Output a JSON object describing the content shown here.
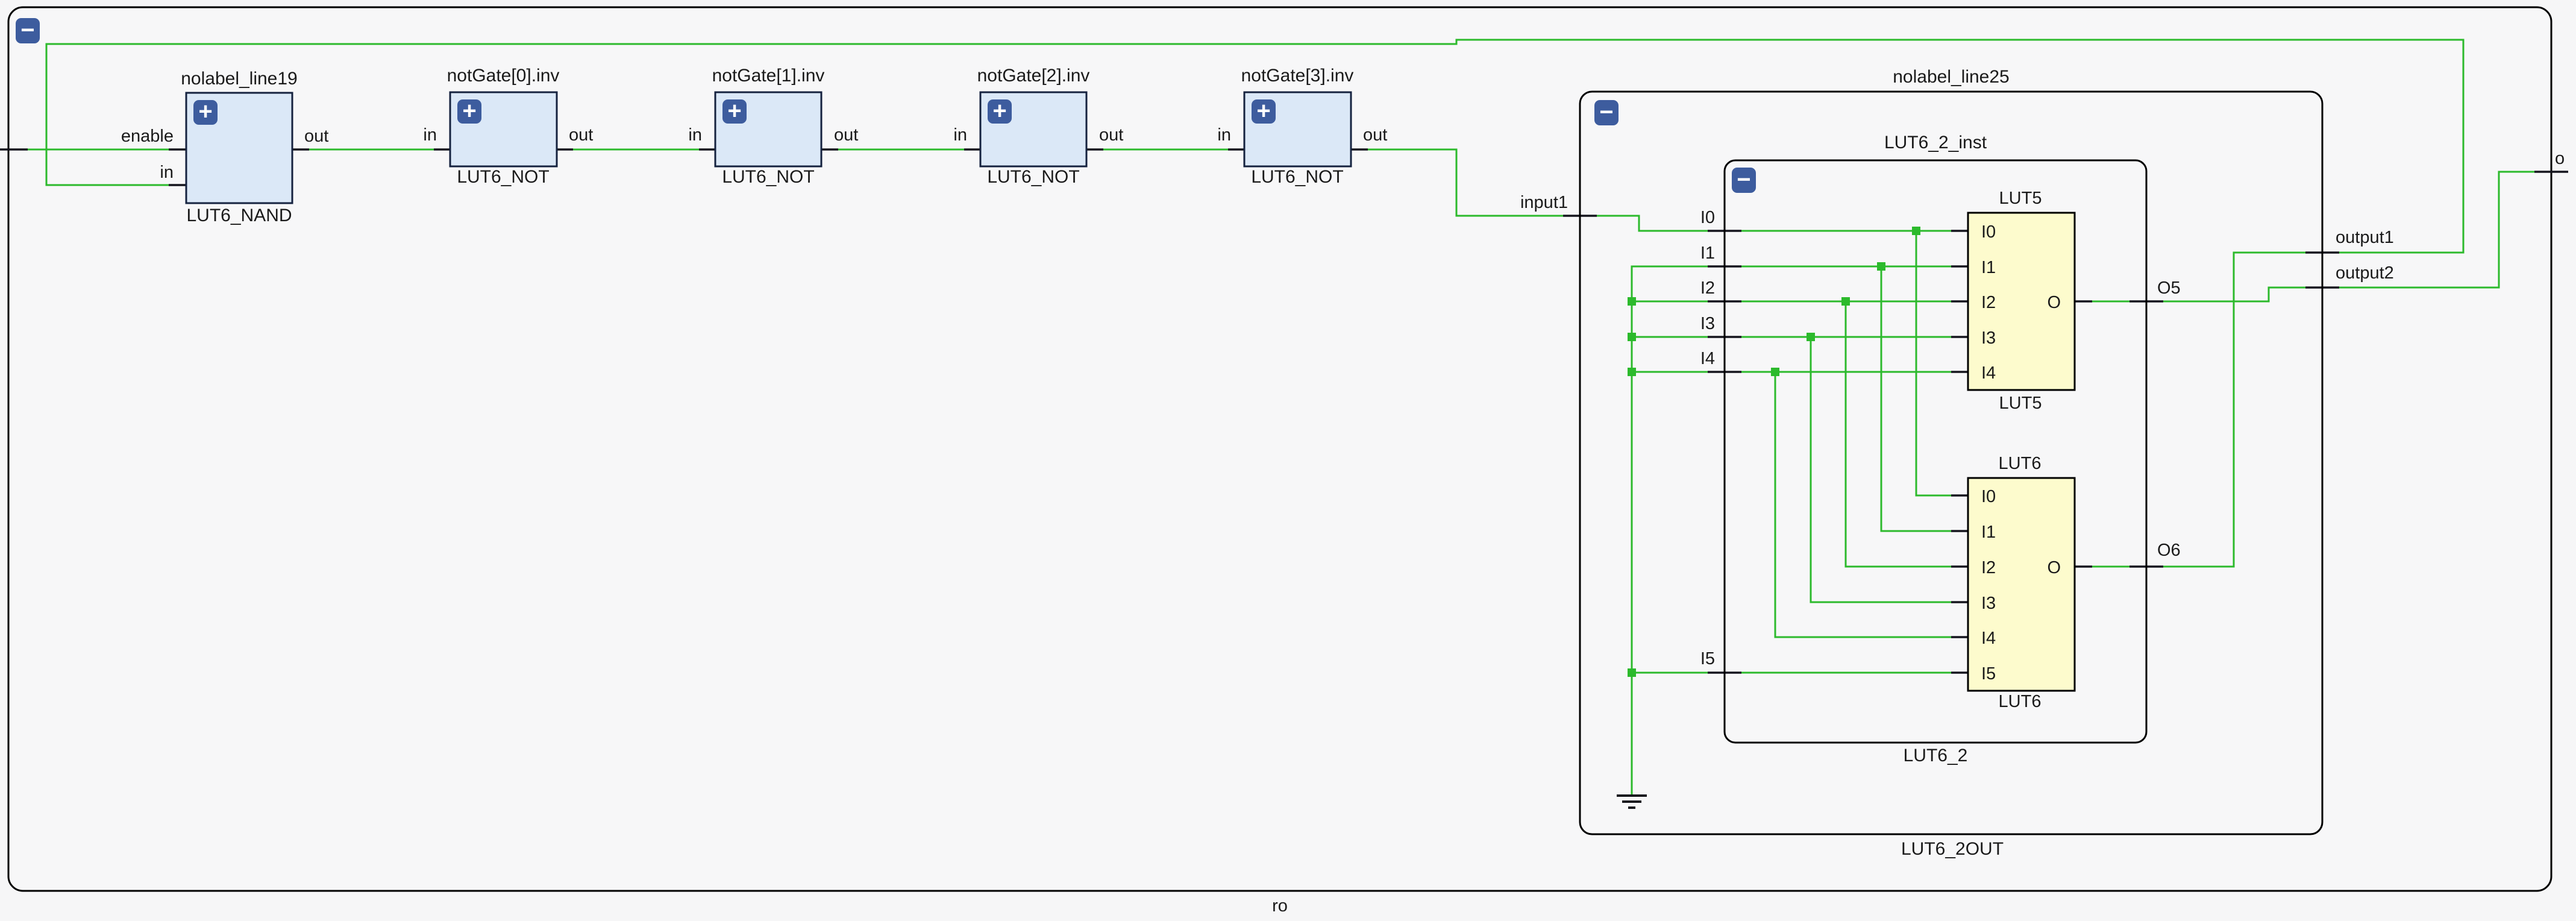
{
  "diagram": {
    "module_label": "ro",
    "external_out_label": "o",
    "collapse_glyph": "−",
    "expand_glyph": "+"
  },
  "gates": [
    {
      "instance": "nolabel_line19",
      "type": "LUT6_NAND",
      "pin_enable": "enable",
      "pin_in": "in",
      "pin_out": "out"
    },
    {
      "instance": "notGate[0].inv",
      "type": "LUT6_NOT",
      "pin_in": "in",
      "pin_out": "out"
    },
    {
      "instance": "notGate[1].inv",
      "type": "LUT6_NOT",
      "pin_in": "in",
      "pin_out": "out"
    },
    {
      "instance": "notGate[2].inv",
      "type": "LUT6_NOT",
      "pin_in": "in",
      "pin_out": "out"
    },
    {
      "instance": "notGate[3].inv",
      "type": "LUT6_NOT",
      "pin_in": "in",
      "pin_out": "out"
    }
  ],
  "hier": {
    "outer": {
      "instance": "nolabel_line25",
      "type": "LUT6_2OUT",
      "port_input1": "input1",
      "port_output1": "output1",
      "port_output2": "output2"
    },
    "inner": {
      "instance": "LUT6_2_inst",
      "type": "LUT6_2",
      "ports_in": [
        "I0",
        "I1",
        "I2",
        "I3",
        "I4",
        "I5"
      ],
      "port_o5": "O5",
      "port_o6": "O6"
    }
  },
  "luts": [
    {
      "name": "LUT5",
      "pins": [
        "I0",
        "I1",
        "I2",
        "I3",
        "I4"
      ],
      "out": "O"
    },
    {
      "name": "LUT6",
      "pins": [
        "I0",
        "I1",
        "I2",
        "I3",
        "I4",
        "I5"
      ],
      "out": "O"
    }
  ],
  "colors": {
    "wire": "#2cba2c",
    "gate_fill": "#dbe8f7",
    "gate_border": "#15223f",
    "lut_fill": "#fdfbcd",
    "box_border": "#000000",
    "button": "#3d5c9e",
    "background": "#f6f6f7",
    "stub": "#15151d"
  }
}
